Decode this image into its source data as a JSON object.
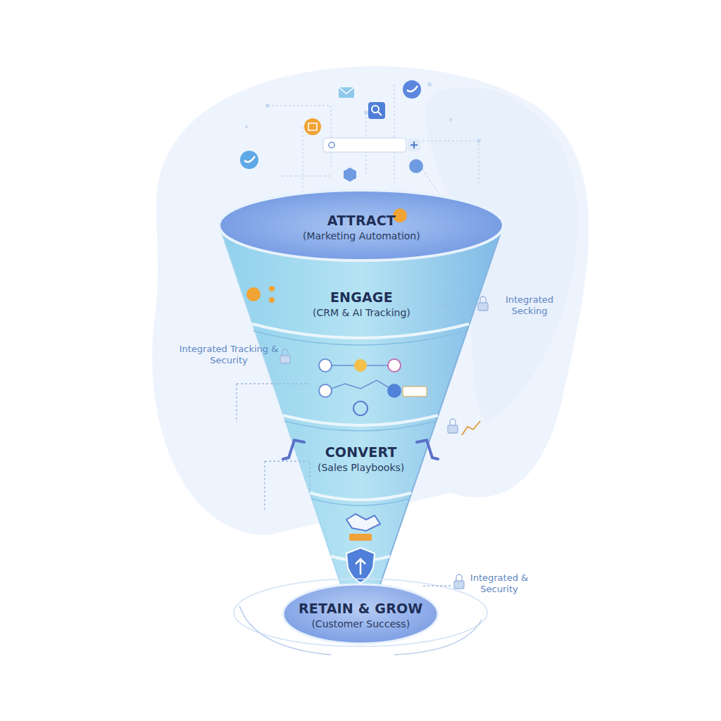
{
  "diagram": {
    "nodes": [
      {
        "text": [
          "ATTRACT",
          "(Marketing Automation)"
        ]
      },
      {
        "text": [
          "ENGAGE",
          "(CRM & AI Tracking)"
        ]
      },
      {
        "text": [
          "CONVERT",
          "(Sales Playbooks)"
        ]
      },
      {
        "text": [
          "RETAIN & GROW",
          "(Customer Success)"
        ]
      }
    ],
    "labels": [
      "Integrated Secking",
      "Integrated Tracking & Security",
      "Integrated & Security"
    ]
  }
}
